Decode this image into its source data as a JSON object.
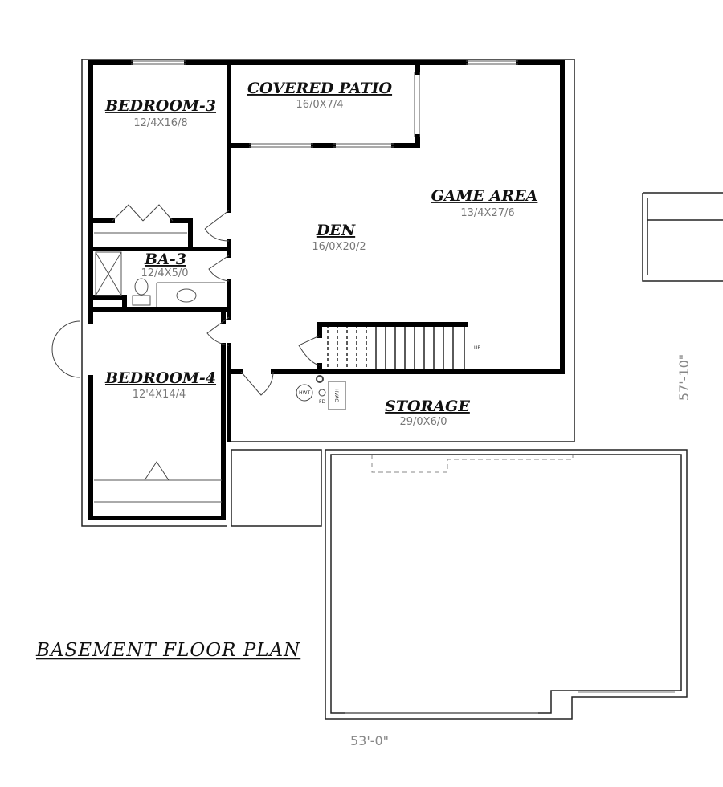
{
  "title": "BASEMENT FLOOR PLAN",
  "rooms": {
    "bedroom3": {
      "name": "BEDROOM-3",
      "size": "12/4X16/8"
    },
    "patio": {
      "name": "COVERED PATIO",
      "size": "16/0X7/4"
    },
    "game": {
      "name": "GAME AREA",
      "size": "13/4X27/6"
    },
    "den": {
      "name": "DEN",
      "size": "16/0X20/2"
    },
    "ba3": {
      "name": "BA-3",
      "size": "12/4X5/0"
    },
    "bedroom4": {
      "name": "BEDROOM-4",
      "size": "12'4X14/4"
    },
    "storage": {
      "name": "STORAGE",
      "size": "29/0X6/0"
    }
  },
  "fixtures": {
    "hwt": "HWT",
    "fd": "FD",
    "hvac": "HVAC",
    "stairs": "UP"
  },
  "dimensions": {
    "depth": "57'-10\"",
    "width": "53'-0\""
  }
}
